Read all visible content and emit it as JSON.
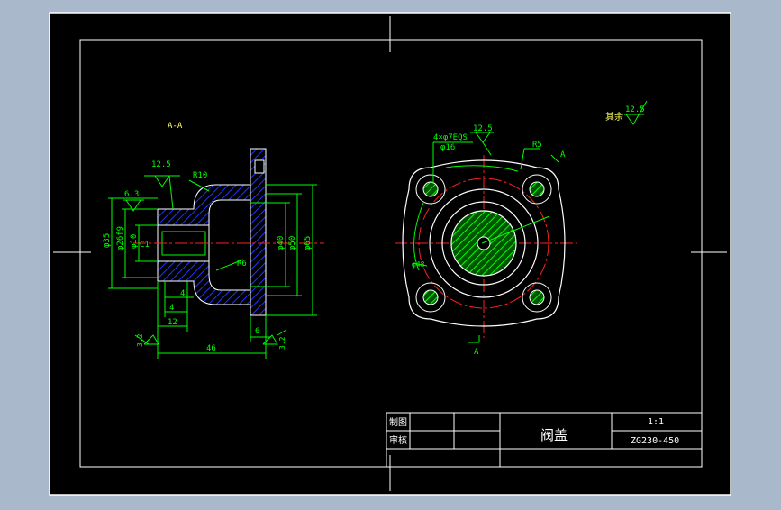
{
  "section_view": {
    "title": "A-A",
    "roughness_top": "12.5",
    "roughness_side": "6.3",
    "radius_outer": "R10",
    "radius_inner": "R6",
    "chamfer": "C1",
    "diameters": [
      "φ35",
      "φ26f9",
      "φ10",
      "φ40",
      "φ50",
      "φ65"
    ],
    "dims_bottom": [
      "4",
      "4",
      "12",
      "46"
    ],
    "dim_flange": "6",
    "roughness_left": "3.2",
    "roughness_right": "3.2"
  },
  "front_view": {
    "holes_note": "4×φ7EQS",
    "holes_sub": "φ16",
    "roughness": "12.5",
    "radius": "R5",
    "section_mark_top": "A",
    "section_mark_bottom": "A",
    "bolt_circle": "φ48"
  },
  "general_roughness": {
    "label": "其余",
    "value": "12.5"
  },
  "title_block": {
    "row1_label": "制图",
    "row2_label": "审核",
    "part_name": "阀盖",
    "scale": "1:1",
    "material": "ZG230-450"
  },
  "colors": {
    "outer_background": "#a9b9cb",
    "paper": "#000000",
    "frame": "#ffffff",
    "dimension": "#00ff00",
    "outline": "#ffffff",
    "centerline": "#ff2020",
    "hatch_blue": "#2233ff",
    "hidden": "#ffff00"
  }
}
